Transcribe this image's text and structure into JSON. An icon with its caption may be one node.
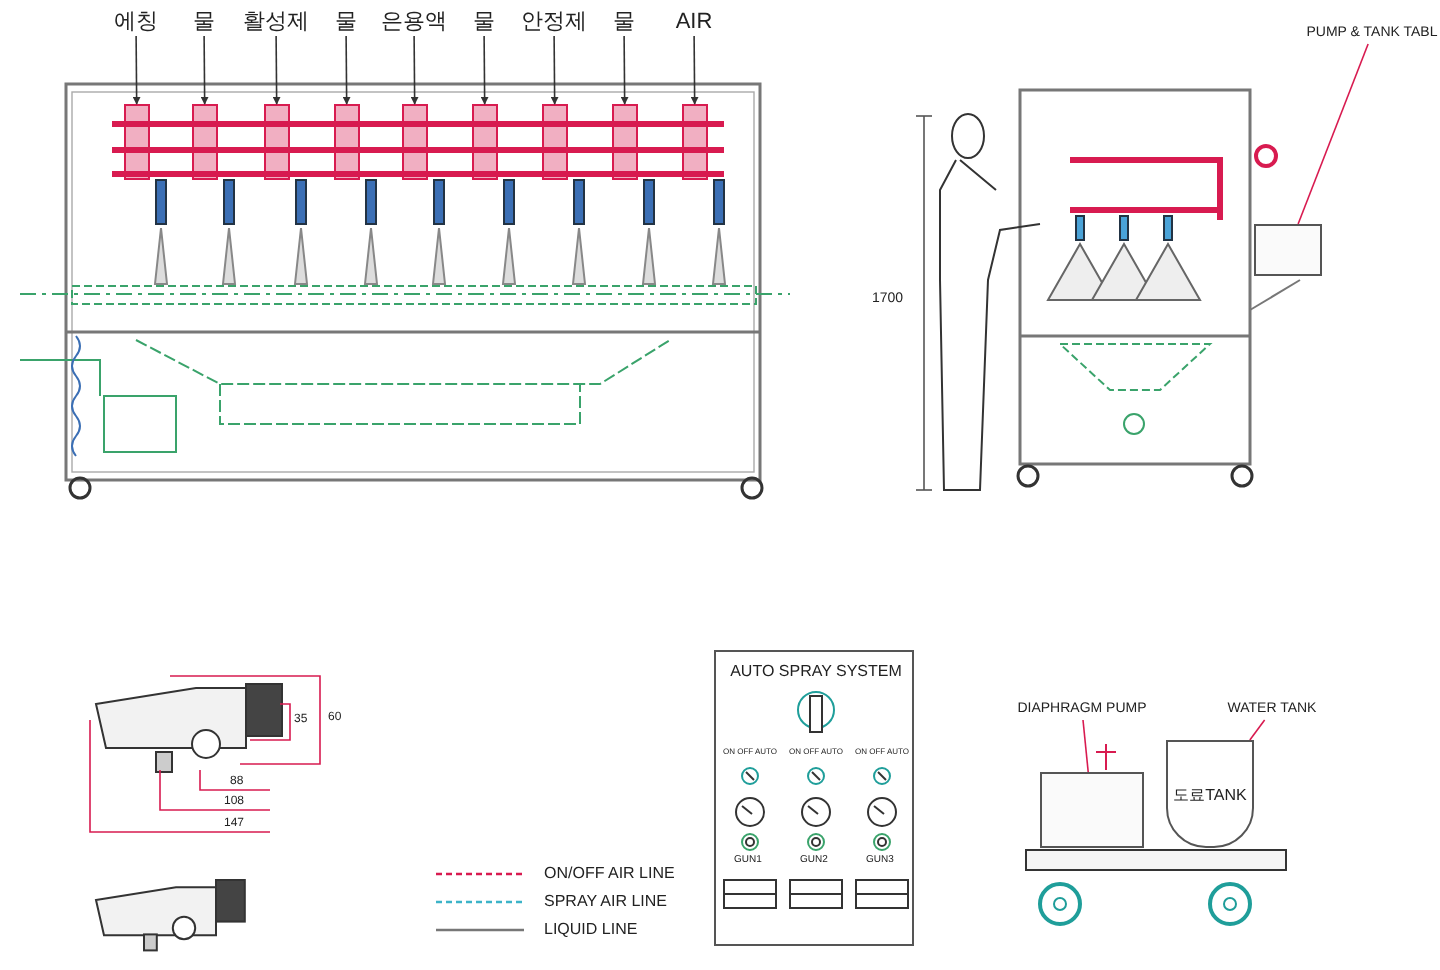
{
  "diagram": {
    "nodes": [
      {
        "text": [
          "에칭"
        ]
      },
      {
        "text": [
          "물"
        ]
      },
      {
        "text": [
          "활성제"
        ]
      },
      {
        "text": [
          "물"
        ]
      },
      {
        "text": [
          "은용액"
        ]
      },
      {
        "text": [
          "물"
        ]
      },
      {
        "text": [
          "안정제"
        ]
      },
      {
        "text": [
          "물"
        ]
      },
      {
        "text": [
          "AIR"
        ]
      },
      {
        "text": [],
        "shape": "box"
      },
      {
        "text": [],
        "shape": "box"
      },
      {
        "text": [],
        "shape": "box"
      },
      {
        "text": [],
        "shape": "box"
      },
      {
        "text": [],
        "shape": "box"
      },
      {
        "text": [],
        "shape": "box"
      },
      {
        "text": [],
        "shape": "box"
      },
      {
        "text": [],
        "shape": "box"
      },
      {
        "text": [],
        "shape": "box"
      },
      {
        "text": [
          "PUMP & TANK TABL"
        ]
      },
      {
        "text": [],
        "shape": "box"
      },
      {
        "text": [
          "AUTO SPRAY SYSTEM",
          "ON OFF AUTO",
          "ON OFF AUTO",
          "ON OFF AUTO",
          "GUN1",
          "GUN2",
          "GUN3"
        ]
      },
      {
        "text": [
          "DIAPHRAGM PUMP"
        ]
      },
      {
        "text": [],
        "shape": "box"
      },
      {
        "text": [
          "WATER TANK"
        ]
      },
      {
        "text": [
          "도료TANK"
        ]
      }
    ],
    "edges": [
      {
        "from": 0,
        "to": 9,
        "arrow": "to"
      },
      {
        "from": 1,
        "to": 10,
        "arrow": "to"
      },
      {
        "from": 2,
        "to": 11,
        "arrow": "to"
      },
      {
        "from": 3,
        "to": 12,
        "arrow": "to"
      },
      {
        "from": 4,
        "to": 13,
        "arrow": "to"
      },
      {
        "from": 5,
        "to": 14,
        "arrow": "to"
      },
      {
        "from": 6,
        "to": 15,
        "arrow": "to"
      },
      {
        "from": 7,
        "to": 16,
        "arrow": "to"
      },
      {
        "from": 8,
        "to": 17,
        "arrow": "to"
      },
      {
        "from": 18,
        "to": 19,
        "arrow": "none",
        "color": "#d81b50"
      },
      {
        "from": 21,
        "to": 22,
        "arrow": "none",
        "color": "#d81b50"
      },
      {
        "from": 23,
        "to": 24,
        "arrow": "none",
        "color": "#d81b50"
      }
    ],
    "labels": [
      "1700",
      "60",
      "35",
      "88",
      "108",
      "147"
    ],
    "legend": [
      {
        "text": "ON/OFF AIR LINE"
      },
      {
        "text": "SPRAY AIR LINE"
      },
      {
        "text": "LIQUID LINE"
      }
    ]
  }
}
